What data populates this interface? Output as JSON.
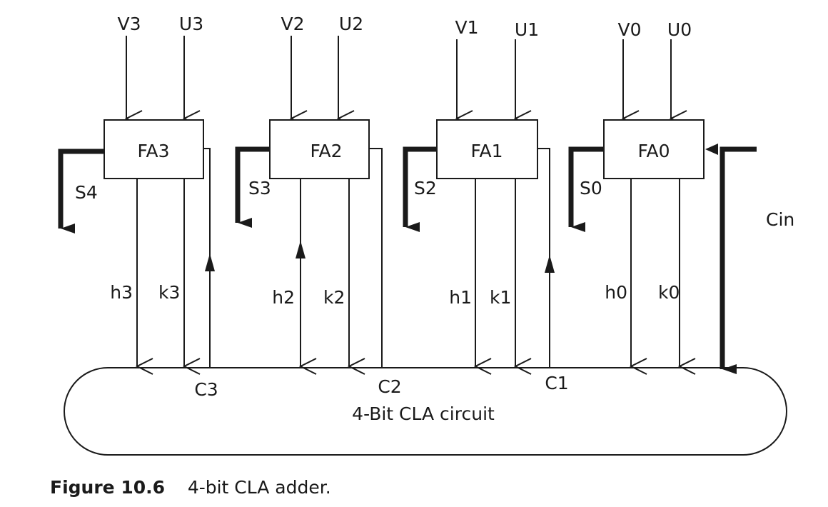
{
  "diagram": {
    "blocks": [
      {
        "label": "FA3",
        "input_v": "V3",
        "input_u": "U3",
        "sum": "S4",
        "h": "h3",
        "k": "k3"
      },
      {
        "label": "FA2",
        "input_v": "V2",
        "input_u": "U2",
        "sum": "S3",
        "h": "h2",
        "k": "k2"
      },
      {
        "label": "FA1",
        "input_v": "V1",
        "input_u": "U1",
        "sum": "S2",
        "h": "h1",
        "k": "k1"
      },
      {
        "label": "FA0",
        "input_v": "V0",
        "input_u": "U0",
        "sum": "S0",
        "h": "h0",
        "k": "k0"
      }
    ],
    "carries": [
      "C3",
      "C2",
      "C1"
    ],
    "carry_in": "Cin",
    "cla_label": "4-Bit CLA circuit",
    "stroke_color": "#1a1a1a"
  },
  "caption": {
    "number": "Figure 10.6",
    "text": "4-bit CLA adder."
  }
}
